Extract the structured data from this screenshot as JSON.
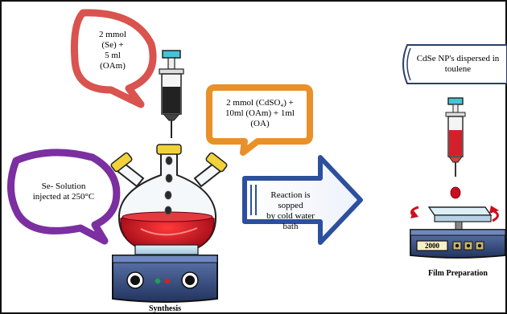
{
  "bubbles": {
    "se_precursor": {
      "lines": [
        "2 mmol",
        "(Se) +",
        "5 ml",
        "(OAm)"
      ]
    },
    "cd_precursor": {
      "lines": [
        "2 mmol (CdSO₄) +",
        "10ml (OAm) +  1ml",
        "(OA)"
      ]
    },
    "injection": {
      "lines": [
        "Se- Solution",
        "injected at 250°C"
      ]
    },
    "film_solution": {
      "lines": [
        "CdSe NP's dispersed in",
        "toulene"
      ]
    }
  },
  "arrow": {
    "lines": [
      "Reaction is sopped",
      "by cold water bath"
    ]
  },
  "labels": {
    "synthesis": "Synthesis",
    "film_preparation": "Film Preparation"
  },
  "spin_coater": {
    "display": "2000"
  },
  "colors": {
    "outline": "#1f1f1f",
    "bubble_red": "#d9534f",
    "bubble_orange": "#e8902a",
    "bubble_purple": "#7b2fa0",
    "arrow_blue": "#2c4f9e",
    "liquid_red": "#c8101e",
    "cap_yellow": "#f2d23a",
    "plate_blue": "#2a3e6a",
    "syringe_fill_dark": "#222222",
    "syringe_fill_red": "#d4202a",
    "syringe_cap_cyan": "#46c3d8"
  }
}
